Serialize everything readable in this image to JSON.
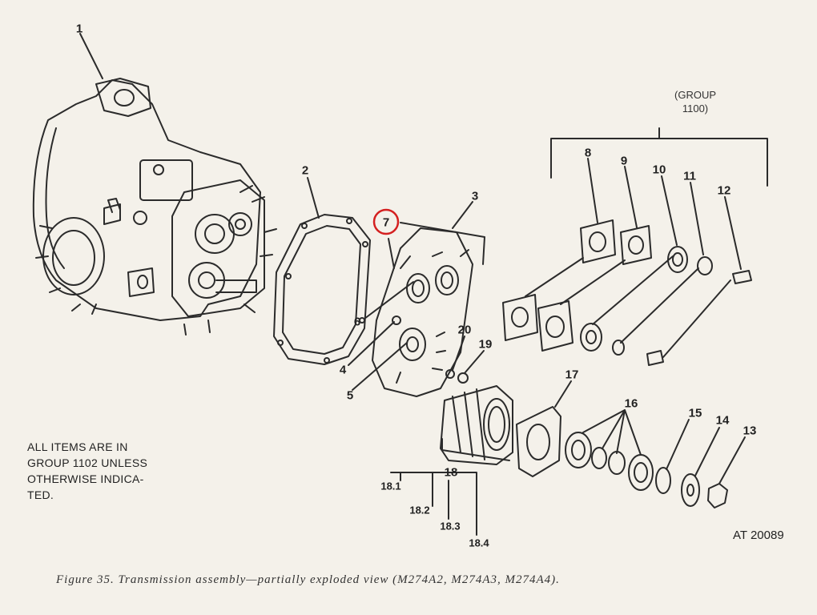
{
  "diagram": {
    "callouts": [
      {
        "id": "c1",
        "text": "1"
      },
      {
        "id": "c2",
        "text": "2"
      },
      {
        "id": "c3",
        "text": "3"
      },
      {
        "id": "c4",
        "text": "4"
      },
      {
        "id": "c5",
        "text": "5"
      },
      {
        "id": "c6",
        "text": "6"
      },
      {
        "id": "c7",
        "text": "7"
      },
      {
        "id": "c8",
        "text": "8"
      },
      {
        "id": "c9",
        "text": "9"
      },
      {
        "id": "c10",
        "text": "10"
      },
      {
        "id": "c11",
        "text": "11"
      },
      {
        "id": "c12",
        "text": "12"
      },
      {
        "id": "c13",
        "text": "13"
      },
      {
        "id": "c14",
        "text": "14"
      },
      {
        "id": "c15",
        "text": "15"
      },
      {
        "id": "c16",
        "text": "16"
      },
      {
        "id": "c17",
        "text": "17"
      },
      {
        "id": "c18",
        "text": "18"
      },
      {
        "id": "c19",
        "text": "19"
      },
      {
        "id": "c20",
        "text": "20"
      },
      {
        "id": "c181",
        "text": "18.1"
      },
      {
        "id": "c182",
        "text": "18.2"
      },
      {
        "id": "c183",
        "text": "18.3"
      },
      {
        "id": "c184",
        "text": "18.4"
      }
    ],
    "group_label_lines": [
      "(GROUP",
      "1100)"
    ],
    "note_lines": [
      "ALL ITEMS ARE IN",
      "GROUP 1102 UNLESS",
      "OTHERWISE INDICA-",
      "TED."
    ],
    "reference_code": "AT 20089",
    "caption": "Figure 35. Transmission assembly—partially exploded view (M274A2, M274A3, M274A4).",
    "highlight_color": "#d42020",
    "ink_color": "#2b2b2b"
  }
}
